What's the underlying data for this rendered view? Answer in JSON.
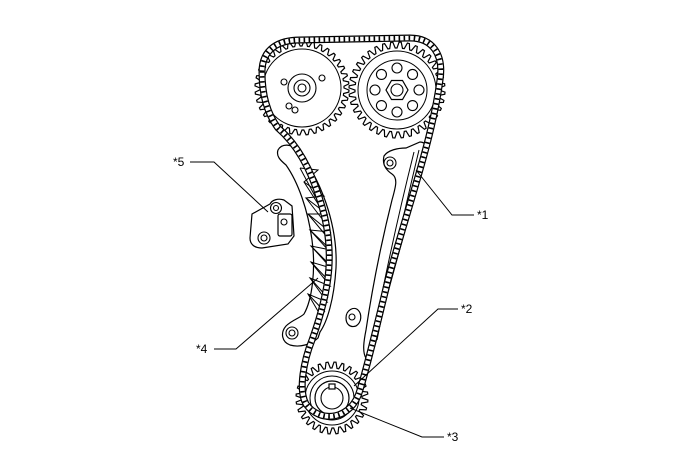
{
  "callouts": [
    {
      "id": "1",
      "label": "*1"
    },
    {
      "id": "2",
      "label": "*2"
    },
    {
      "id": "3",
      "label": "*3"
    },
    {
      "id": "4",
      "label": "*4"
    },
    {
      "id": "5",
      "label": "*5"
    }
  ]
}
